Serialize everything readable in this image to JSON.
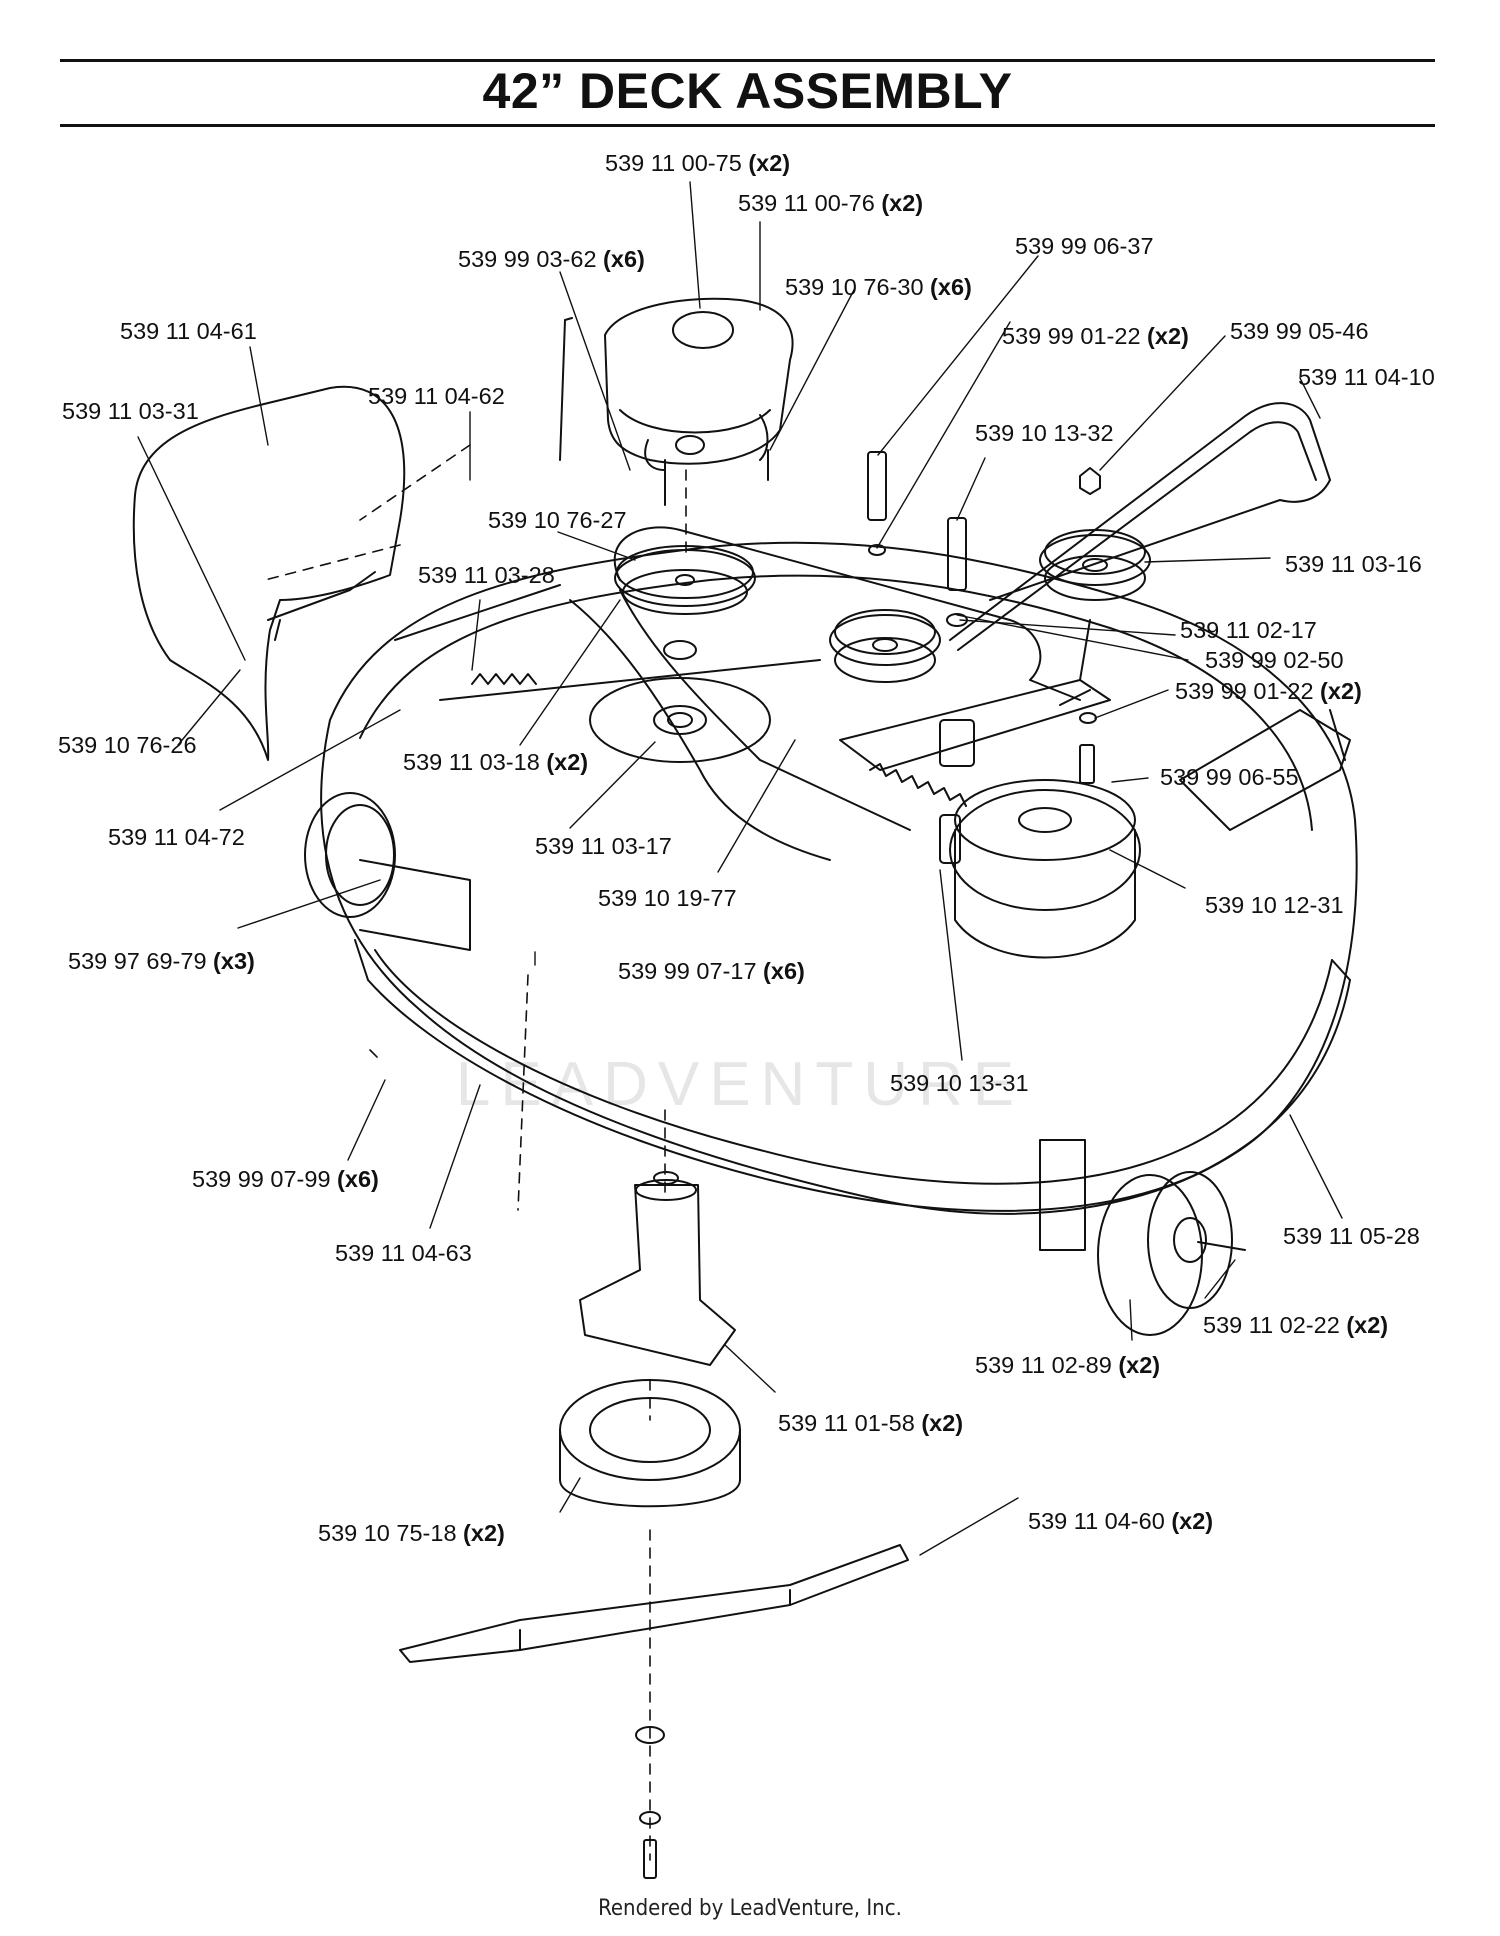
{
  "title": "42” DECK ASSEMBLY",
  "footer": "Rendered by LeadVenture, Inc.",
  "watermark": "LEADVENTURE",
  "parts": [
    {
      "id": "p1",
      "part": "539 11 00-75",
      "qty": "(x2)"
    },
    {
      "id": "p2",
      "part": "539 11 00-76",
      "qty": "(x2)"
    },
    {
      "id": "p3",
      "part": "539 99 03-62",
      "qty": "(x6)"
    },
    {
      "id": "p4",
      "part": "539 10 76-30",
      "qty": "(x6)"
    },
    {
      "id": "p5",
      "part": "539 99 06-37",
      "qty": ""
    },
    {
      "id": "p6",
      "part": "539 99 01-22",
      "qty": "(x2)"
    },
    {
      "id": "p7",
      "part": "539 99 05-46",
      "qty": ""
    },
    {
      "id": "p8",
      "part": "539 11 04-10",
      "qty": ""
    },
    {
      "id": "p9",
      "part": "539 11 04-61",
      "qty": ""
    },
    {
      "id": "p10",
      "part": "539 11 04-62",
      "qty": ""
    },
    {
      "id": "p11",
      "part": "539 11 03-31",
      "qty": ""
    },
    {
      "id": "p12",
      "part": "539 10 13-32",
      "qty": ""
    },
    {
      "id": "p13",
      "part": "539 10 76-27",
      "qty": ""
    },
    {
      "id": "p14",
      "part": "539 11 03-28",
      "qty": ""
    },
    {
      "id": "p15",
      "part": "539 11 03-16",
      "qty": ""
    },
    {
      "id": "p16",
      "part": "539 11 02-17",
      "qty": ""
    },
    {
      "id": "p17",
      "part": "539 99 02-50",
      "qty": ""
    },
    {
      "id": "p18",
      "part": "539 99 01-22",
      "qty": "(x2)"
    },
    {
      "id": "p19",
      "part": "539 10 76-26",
      "qty": ""
    },
    {
      "id": "p20",
      "part": "539 11 03-18",
      "qty": "(x2)"
    },
    {
      "id": "p21",
      "part": "539 99 06-55",
      "qty": ""
    },
    {
      "id": "p22",
      "part": "539 11 04-72",
      "qty": ""
    },
    {
      "id": "p23",
      "part": "539 11 03-17",
      "qty": ""
    },
    {
      "id": "p24",
      "part": "539 10 19-77",
      "qty": ""
    },
    {
      "id": "p25",
      "part": "539 10 12-31",
      "qty": ""
    },
    {
      "id": "p26",
      "part": "539 97 69-79",
      "qty": "(x3)"
    },
    {
      "id": "p27",
      "part": "539 99 07-17",
      "qty": "(x6)"
    },
    {
      "id": "p28",
      "part": "539 10 13-31",
      "qty": ""
    },
    {
      "id": "p29",
      "part": "539 99 07-99",
      "qty": "(x6)"
    },
    {
      "id": "p30",
      "part": "539 11 05-28",
      "qty": ""
    },
    {
      "id": "p31",
      "part": "539 11 04-63",
      "qty": ""
    },
    {
      "id": "p32",
      "part": "539 11 02-22",
      "qty": "(x2)"
    },
    {
      "id": "p33",
      "part": "539 11 02-89",
      "qty": "(x2)"
    },
    {
      "id": "p34",
      "part": "539 11 01-58",
      "qty": "(x2)"
    },
    {
      "id": "p35",
      "part": "539 10 75-18",
      "qty": "(x2)"
    },
    {
      "id": "p36",
      "part": "539 11 04-60",
      "qty": "(x2)"
    }
  ]
}
